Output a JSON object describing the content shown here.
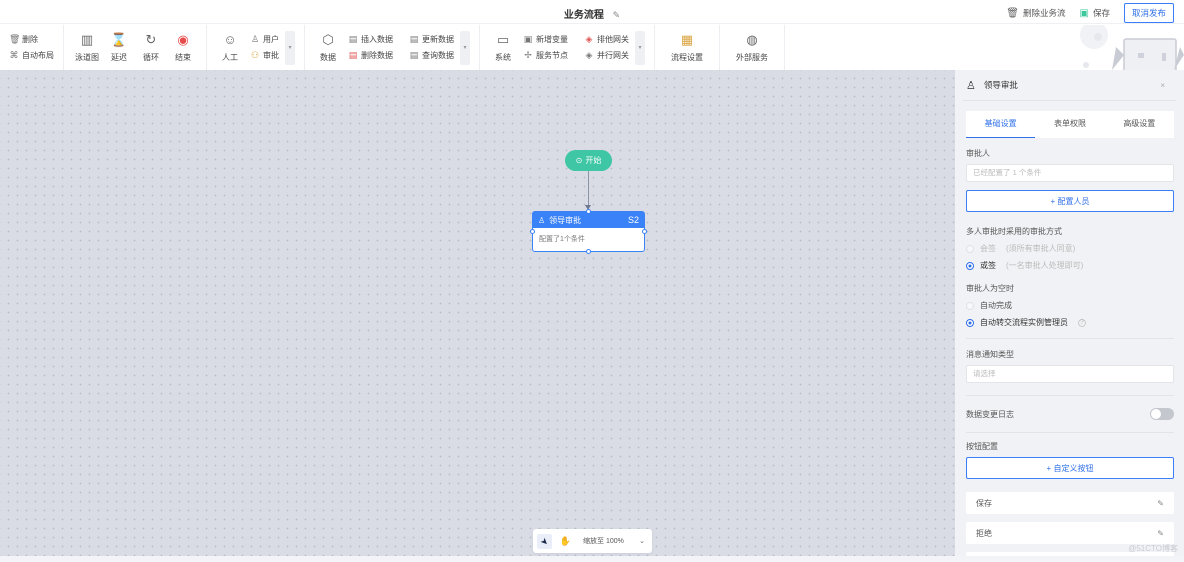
{
  "titlebar": {
    "title": "业务流程",
    "title_edit_icon": "✎",
    "delete_flow_label": "删除业务流",
    "save_label": "保存",
    "cancel_publish_label": "取消发布"
  },
  "toolbar": {
    "edit_group": [
      {
        "icon": "trash-icon",
        "glyph": "🗑",
        "label": "删除"
      },
      {
        "icon": "auto-layout-icon",
        "glyph": "⌘",
        "label": "自动布局"
      }
    ],
    "basic_group": [
      {
        "icon": "swimlane-icon",
        "glyph": "▥",
        "label": "泳道图"
      },
      {
        "icon": "hourglass-icon",
        "glyph": "⌛",
        "label": "延迟"
      },
      {
        "icon": "loop-icon",
        "glyph": "↻",
        "label": "循环"
      },
      {
        "icon": "stop-icon",
        "glyph": "◉",
        "label": "结束"
      }
    ],
    "human_group": {
      "big": {
        "icon": "people-icon",
        "glyph": "☺",
        "label": "人工"
      },
      "small": [
        {
          "icon": "user-icon",
          "glyph": "♙",
          "label": "用户"
        },
        {
          "icon": "approve-icon",
          "glyph": "⚇",
          "label": "审批"
        }
      ]
    },
    "data_group": {
      "big": {
        "icon": "cube-icon",
        "glyph": "⬡",
        "label": "数据"
      },
      "small": [
        {
          "icon": "insert-data-icon",
          "glyph": "▤",
          "label": "插入数据"
        },
        {
          "icon": "update-data-icon",
          "glyph": "▤",
          "label": "更新数据"
        },
        {
          "icon": "delete-data-icon",
          "glyph": "▤",
          "label": "删除数据"
        },
        {
          "icon": "query-data-icon",
          "glyph": "▤",
          "label": "查询数据"
        }
      ]
    },
    "system_group": {
      "big": {
        "icon": "monitor-icon",
        "glyph": "▭",
        "label": "系统"
      },
      "small": [
        {
          "icon": "variable-icon",
          "glyph": "▣",
          "label": "新增变量"
        },
        {
          "icon": "exclusive-gateway-icon",
          "glyph": "◈",
          "label": "排他网关"
        },
        {
          "icon": "service-node-icon",
          "glyph": "✢",
          "label": "服务节点"
        },
        {
          "icon": "parallel-gateway-icon",
          "glyph": "◈",
          "label": "并行网关"
        }
      ]
    },
    "flow_settings": {
      "icon": "flow-settings-icon",
      "glyph": "▦",
      "label": "流程设置"
    },
    "external_service": {
      "icon": "globe-icon",
      "glyph": "◍",
      "label": "外部服务"
    },
    "more_glyph": "▾"
  },
  "canvas": {
    "start_node": {
      "label": "开始",
      "glyph": "⊙"
    },
    "approve_node": {
      "title": "领导审批",
      "code": "S2",
      "body": "配置了1个条件",
      "glyph": "♙"
    },
    "zoom_bar": {
      "label": "缩放至 100%",
      "pointer_glyph": "➤",
      "hand_glyph": "✋",
      "chevron_glyph": "⌄"
    }
  },
  "panel": {
    "title": "领导审批",
    "close_glyph": "×",
    "user_glyph": "♙",
    "tabs": [
      {
        "label": "基础设置",
        "active": true
      },
      {
        "label": "表单权限",
        "active": false
      },
      {
        "label": "高级设置",
        "active": false
      }
    ],
    "approver_label": "审批人",
    "approver_value": "已经配置了 1 个条件",
    "config_people_label": "+  配置人员",
    "multi_mode_label": "多人审批时采用的审批方式",
    "multi_mode_options": [
      {
        "label": "会签",
        "hint": "(须所有审批人同意)",
        "checked": false
      },
      {
        "label": "或签",
        "hint": "(一名审批人处理即可)",
        "checked": true
      }
    ],
    "empty_label": "审批人为空时",
    "empty_options": [
      {
        "label": "自动完成",
        "checked": false
      },
      {
        "label": "自动转交流程实例管理员",
        "checked": true,
        "help": "?"
      }
    ],
    "notify_label": "消息通知类型",
    "notify_placeholder": "请选择",
    "change_log_label": "数据变更日志",
    "change_log_enabled": false,
    "button_config_label": "按钮配置",
    "custom_button_label": "+  自定义按钮",
    "buttons": [
      {
        "label": "保存"
      },
      {
        "label": "拒绝"
      }
    ],
    "edit_glyph": "✎"
  },
  "watermark": "@51CTO博客",
  "colors": {
    "accent": "#2f6fe8",
    "node_blue": "#3a82f7",
    "start_green": "#3fc6a5",
    "canvas_bg": "#d9dce4",
    "panel_bg": "#f1f2f5"
  }
}
